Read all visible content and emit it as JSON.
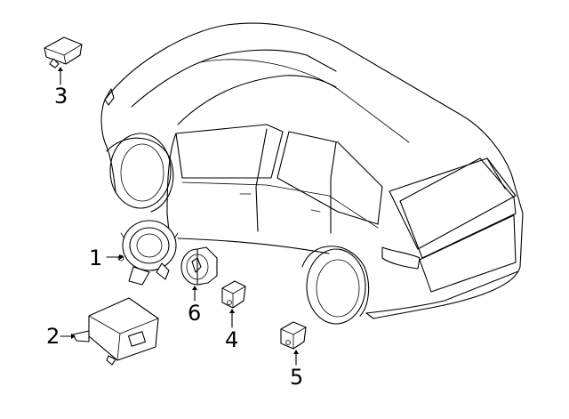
{
  "callouts": [
    {
      "id": "1",
      "label": "1",
      "part": "clockspring"
    },
    {
      "id": "2",
      "label": "2",
      "part": "airbag-control-module"
    },
    {
      "id": "3",
      "label": "3",
      "part": "impact-sensor"
    },
    {
      "id": "4",
      "label": "4",
      "part": "impact-sensor"
    },
    {
      "id": "5",
      "label": "5",
      "part": "impact-sensor"
    },
    {
      "id": "6",
      "label": "6",
      "part": "occupant-sensor-switch"
    }
  ],
  "colors": {
    "line": "#000000",
    "background": "#ffffff"
  }
}
